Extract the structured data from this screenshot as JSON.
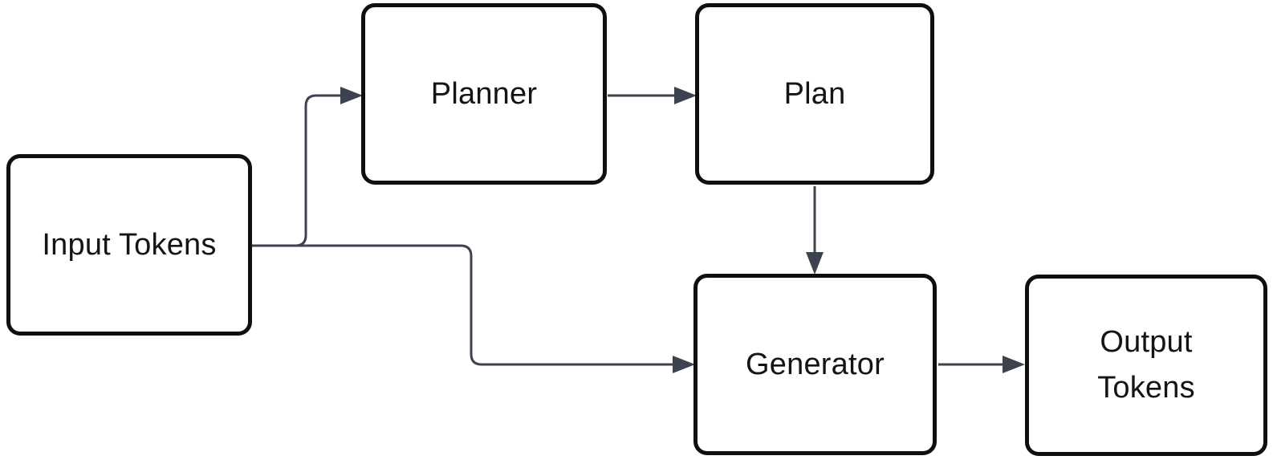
{
  "diagram": {
    "type": "flowchart",
    "colors": {
      "background": "#ffffff",
      "node_fill": "#ffffff",
      "node_border": "#0d0f11",
      "label_text": "#141414",
      "connector": "#3c434e"
    },
    "nodes": [
      {
        "id": "input-tokens",
        "label": "Input Tokens"
      },
      {
        "id": "planner",
        "label": "Planner"
      },
      {
        "id": "plan",
        "label": "Plan"
      },
      {
        "id": "generator",
        "label": "Generator"
      },
      {
        "id": "output-tokens",
        "label": "Output Tokens"
      }
    ],
    "edges": [
      {
        "from": "input-tokens",
        "to": "planner",
        "arrow": "end"
      },
      {
        "from": "input-tokens",
        "to": "generator",
        "arrow": "end"
      },
      {
        "from": "planner",
        "to": "plan",
        "arrow": "end"
      },
      {
        "from": "plan",
        "to": "generator",
        "arrow": "end"
      },
      {
        "from": "generator",
        "to": "output-tokens",
        "arrow": "end"
      }
    ]
  }
}
